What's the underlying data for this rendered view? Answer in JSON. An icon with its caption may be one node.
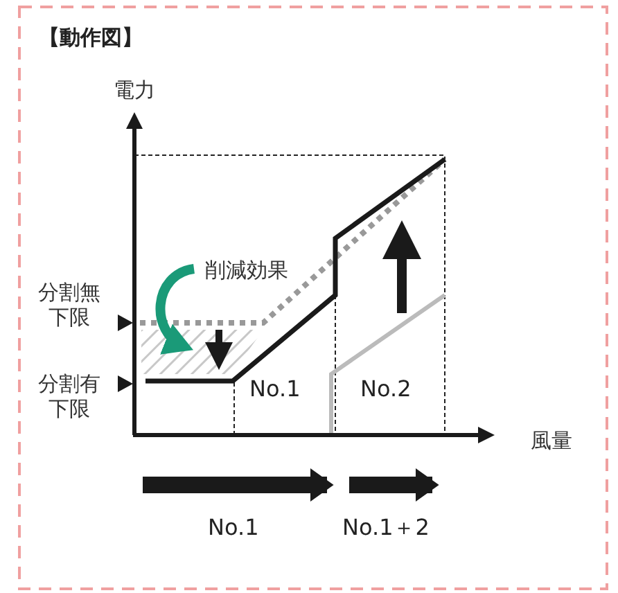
{
  "diagram": {
    "title": "【動作図】",
    "labels": [
      "電力",
      "削減効果",
      "分割無下限",
      "分割有下限",
      "No.1",
      "No.2",
      "風量",
      "No.1",
      "No.1＋2"
    ]
  }
}
